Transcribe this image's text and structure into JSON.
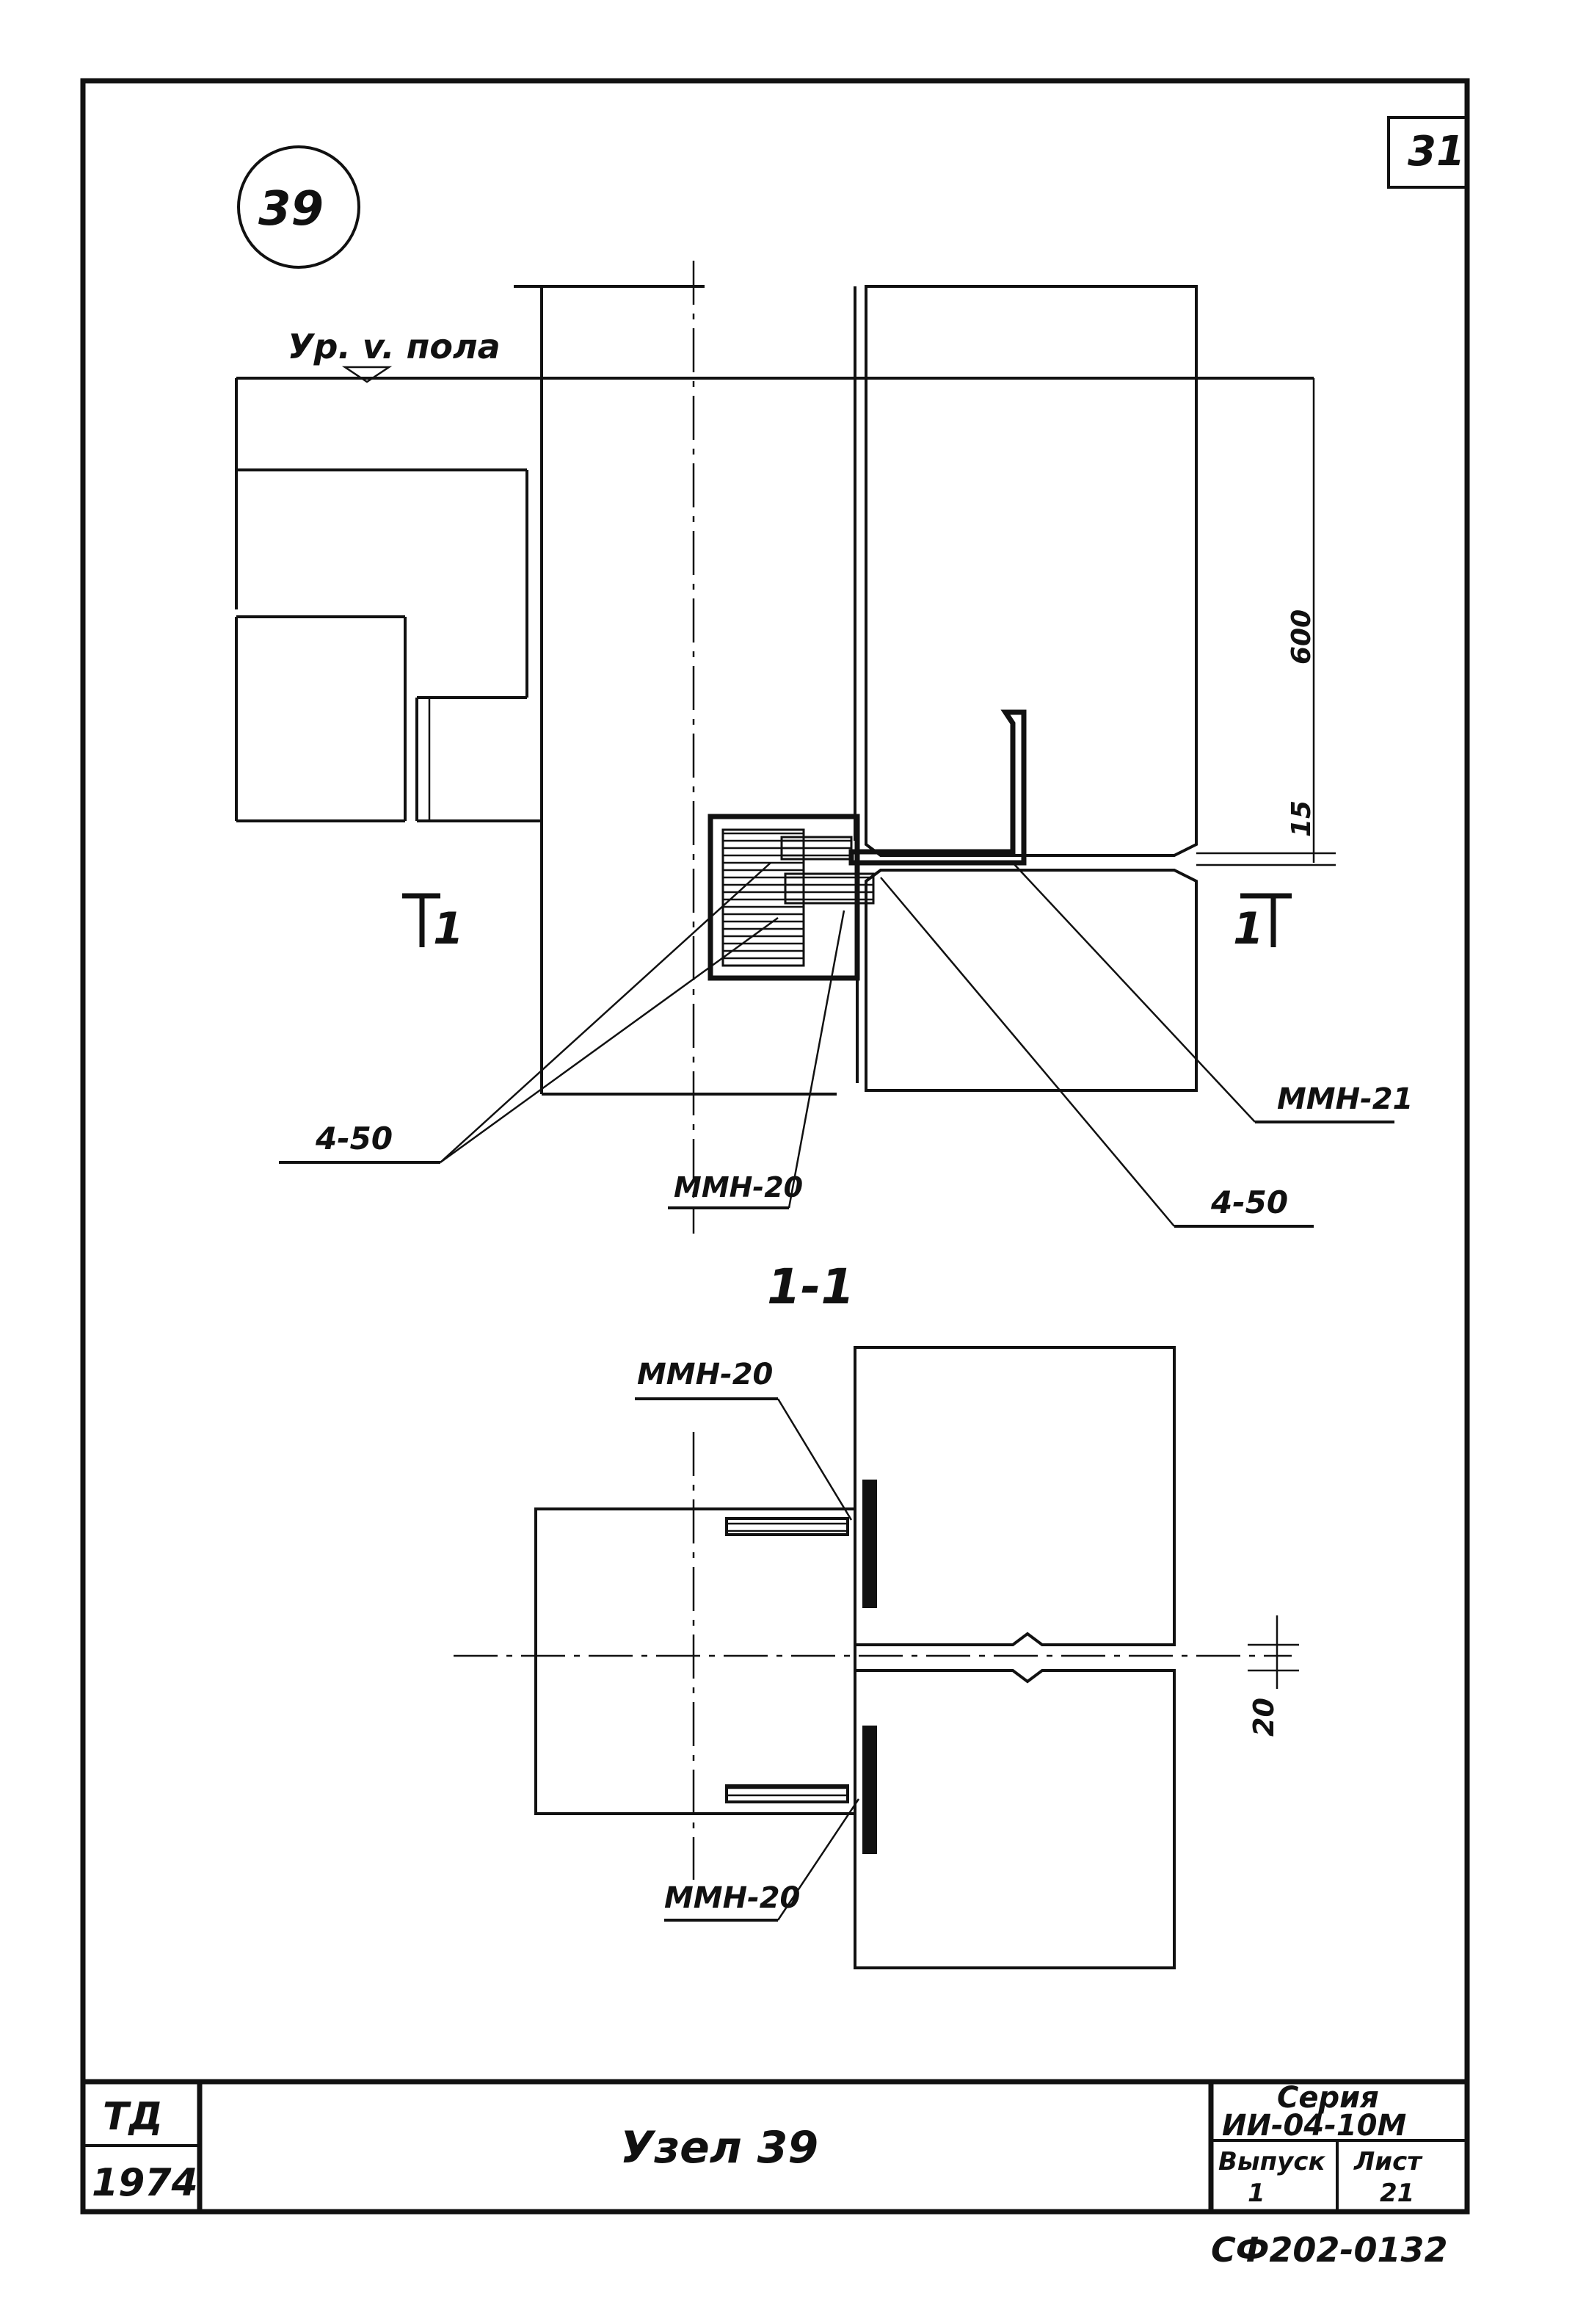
{
  "sheet": {
    "page_number": "31",
    "node_mark": "39",
    "floor_level_label": "Ур. v. пола",
    "section_mark_left": "1",
    "section_mark_right": "1",
    "section_title": "1-1"
  },
  "dimensions": {
    "upper_height": "600",
    "upper_gap": "15",
    "lower_gap": "20"
  },
  "callouts": {
    "upper_left_450": "4-50",
    "upper_right_mmn21": "ММН-21",
    "upper_bottom_mmn20": "ММН-20",
    "upper_bottom_450": "4-50",
    "lower_top_mmn20": "ММН-20",
    "lower_bottom_mmn20": "ММН-20"
  },
  "title_block": {
    "code_top": "ТД",
    "year": "1974",
    "title": "Узел 39",
    "series_label": "Серия",
    "series_value": "ИИ-04-10М",
    "issue_label": "Выпуск",
    "issue_value": "1",
    "sheet_label": "Лист",
    "sheet_value": "21",
    "document_code": "СФ202-0132"
  }
}
